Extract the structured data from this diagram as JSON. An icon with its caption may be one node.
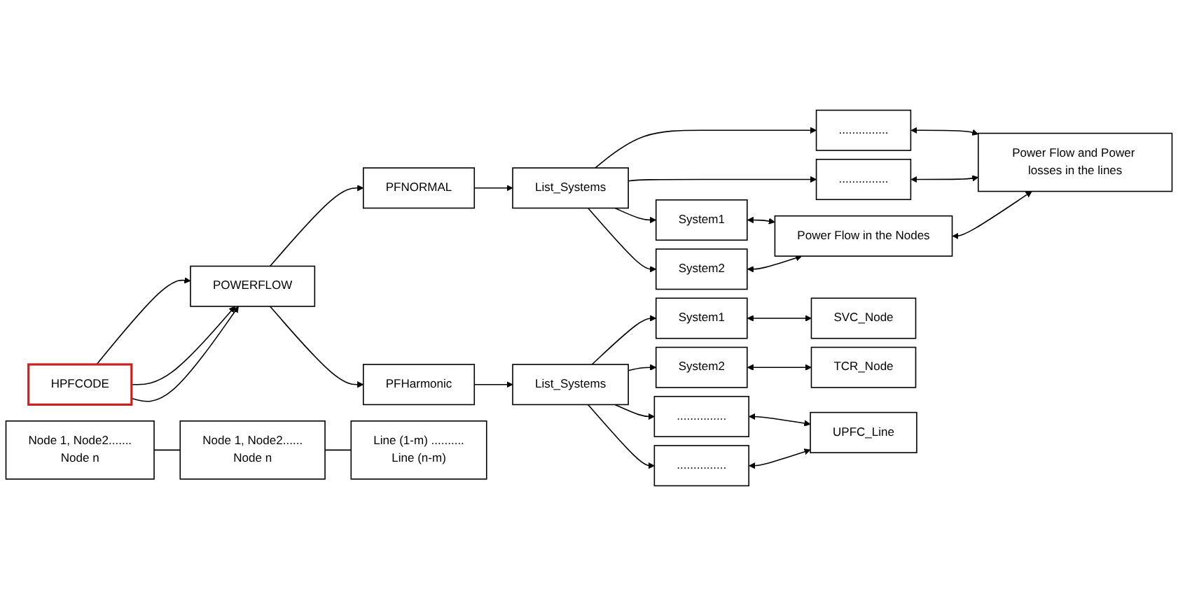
{
  "diagram": {
    "nodes": [
      {
        "text": [
          "HPFCODE"
        ]
      },
      {
        "text": [
          "POWERFLOW"
        ]
      },
      {
        "text": [
          "PFNORMAL"
        ]
      },
      {
        "text": [
          "List_Systems"
        ]
      },
      {
        "text": [
          "System1"
        ]
      },
      {
        "text": [
          "System2"
        ]
      },
      {
        "text": [
          "..............."
        ]
      },
      {
        "text": [
          "..............."
        ]
      },
      {
        "text": [
          "Power Flow in the Nodes"
        ]
      },
      {
        "text": [
          "Power Flow and Power losses in the lines"
        ]
      },
      {
        "text": [
          "PFHarmonic"
        ]
      },
      {
        "text": [
          "List_Systems"
        ]
      },
      {
        "text": [
          "System1"
        ]
      },
      {
        "text": [
          "System2"
        ]
      },
      {
        "text": [
          "..............."
        ]
      },
      {
        "text": [
          "..............."
        ]
      },
      {
        "text": [
          "SVC_Node"
        ]
      },
      {
        "text": [
          "Node 1, Node2.......",
          "Node n"
        ]
      },
      {
        "text": [
          "TCR_Node"
        ]
      },
      {
        "text": [
          "Node 1, Node2......",
          "Node n"
        ]
      },
      {
        "text": [
          "UPFC_Line"
        ]
      },
      {
        "text": [
          "Line (1-m) ..........",
          "Line (n-m)"
        ]
      }
    ],
    "edges": [
      {
        "from": 0,
        "to": 1,
        "arrow": "to"
      },
      {
        "from": 0,
        "to": 1,
        "arrow": "to"
      },
      {
        "from": 0,
        "to": 1,
        "arrow": "to"
      },
      {
        "from": 1,
        "to": 2,
        "arrow": "to"
      },
      {
        "from": 1,
        "to": 10,
        "arrow": "to"
      },
      {
        "from": 2,
        "to": 3,
        "arrow": "to"
      },
      {
        "from": 3,
        "to": 4,
        "arrow": "to"
      },
      {
        "from": 3,
        "to": 5,
        "arrow": "to"
      },
      {
        "from": 3,
        "to": 6,
        "arrow": "to"
      },
      {
        "from": 3,
        "to": 7,
        "arrow": "to"
      },
      {
        "from": 4,
        "to": 8,
        "arrow": "both"
      },
      {
        "from": 5,
        "to": 8,
        "arrow": "both"
      },
      {
        "from": 6,
        "to": 9,
        "arrow": "both"
      },
      {
        "from": 7,
        "to": 9,
        "arrow": "both"
      },
      {
        "from": 8,
        "to": 9,
        "arrow": "both"
      },
      {
        "from": 10,
        "to": 11,
        "arrow": "to"
      },
      {
        "from": 11,
        "to": 12,
        "arrow": "to"
      },
      {
        "from": 11,
        "to": 13,
        "arrow": "to"
      },
      {
        "from": 11,
        "to": 14,
        "arrow": "to"
      },
      {
        "from": 11,
        "to": 15,
        "arrow": "to"
      },
      {
        "from": 12,
        "to": 16,
        "arrow": "both"
      },
      {
        "from": 13,
        "to": 18,
        "arrow": "both"
      },
      {
        "from": 14,
        "to": 20,
        "arrow": "both"
      },
      {
        "from": 15,
        "to": 20,
        "arrow": "both"
      },
      {
        "from": 17,
        "to": 19,
        "arrow": "none"
      },
      {
        "from": 19,
        "to": 21,
        "arrow": "none"
      }
    ]
  }
}
